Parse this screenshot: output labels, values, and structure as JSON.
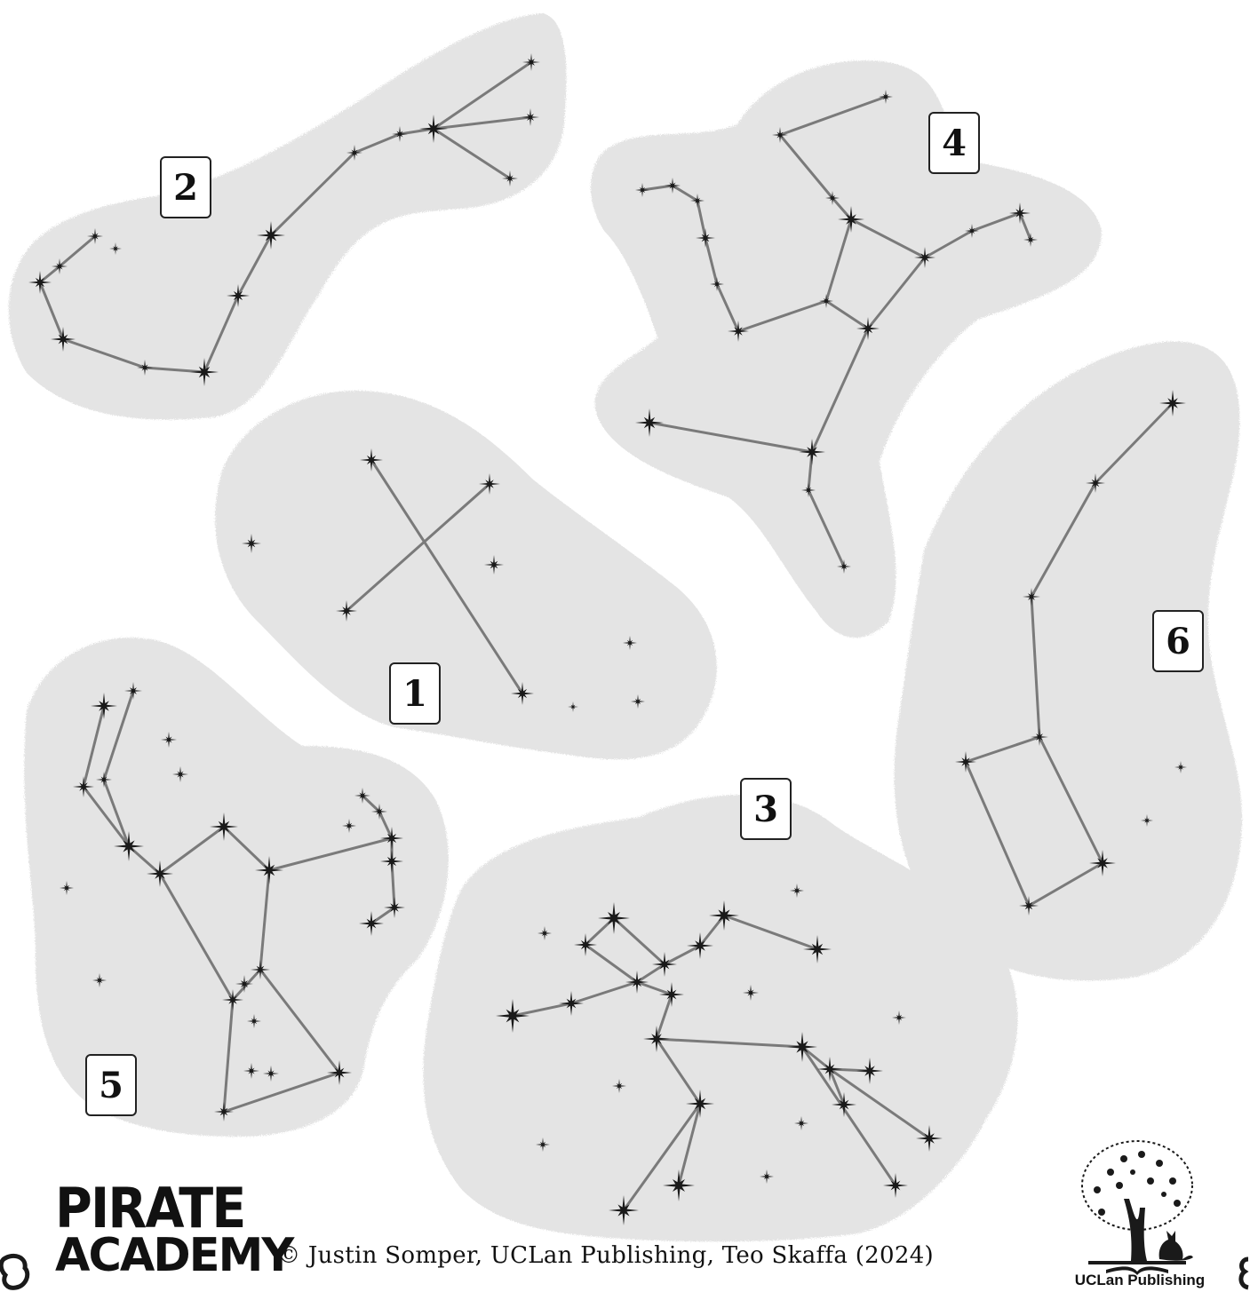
{
  "constellations": [
    {
      "id": "1",
      "label": "1"
    },
    {
      "id": "2",
      "label": "2"
    },
    {
      "id": "3",
      "label": "3"
    },
    {
      "id": "4",
      "label": "4"
    },
    {
      "id": "5",
      "label": "5"
    },
    {
      "id": "6",
      "label": "6"
    }
  ],
  "footer": {
    "brand_line_1": "PIRATE",
    "brand_line_2": "ACADEMY",
    "copyright": "© Justin Somper, UCLan Publishing, Teo Skaffa (2024)",
    "publisher": "UCLan Publishing"
  },
  "colors": {
    "blob": "#e4e4e4",
    "star": "#1a1a1a",
    "line": "#7a7a7a"
  }
}
